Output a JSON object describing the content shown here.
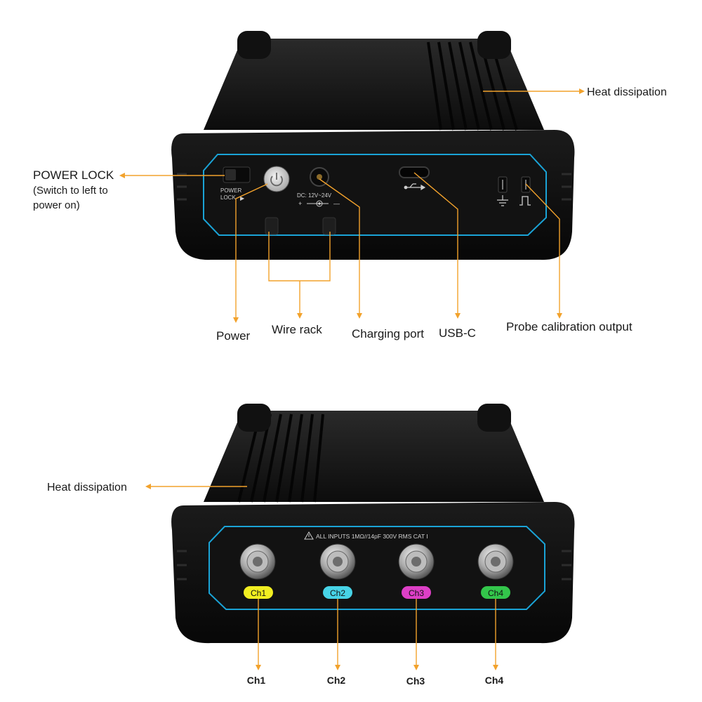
{
  "top_device": {
    "labels": {
      "power_lock": "POWER LOCK",
      "power_lock_note_1": "(Switch to left to",
      "power_lock_note_2": "power on)",
      "heat": "Heat dissipation",
      "power": "Power",
      "wire_rack": "Wire rack",
      "charging_port": "Charging port",
      "usb_c": "USB-C",
      "probe_cal": "Probe calibration output"
    },
    "panel_text": {
      "power_lock_1": "POWER",
      "power_lock_2": "LOCK",
      "dc_rating": "DC: 12V~24V",
      "plus": "+",
      "minus": "—"
    }
  },
  "bottom_device": {
    "labels": {
      "heat": "Heat dissipation",
      "channels": [
        "Ch1",
        "Ch2",
        "Ch3",
        "Ch4"
      ]
    },
    "panel_text": {
      "warning": "ALL INPUTS 1MΩ//14pF 300V RMS CAT I"
    },
    "channel_tags": [
      {
        "text": "Ch1",
        "color": "#f1ee21"
      },
      {
        "text": "Ch2",
        "color": "#47d3e6"
      },
      {
        "text": "Ch3",
        "color": "#dd3fc6"
      },
      {
        "text": "Ch4",
        "color": "#33c64b"
      }
    ]
  },
  "colors": {
    "leader": "#f2a22c",
    "panel_trim": "#1aa3d6",
    "body": "#141414"
  }
}
